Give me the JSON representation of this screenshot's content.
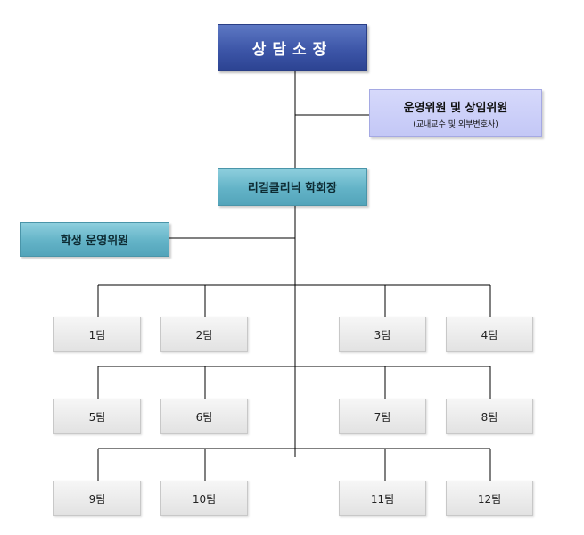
{
  "org": {
    "head": "상담소장",
    "committee": {
      "title": "운영위원 및 상임위원",
      "subtitle": "(교내교수 및 외부변호사)"
    },
    "clinic_head": "리걸클리닉 학회장",
    "student_committee": "학생 운영위원",
    "teams": [
      "1팀",
      "2팀",
      "3팀",
      "4팀",
      "5팀",
      "6팀",
      "7팀",
      "8팀",
      "9팀",
      "10팀",
      "11팀",
      "12팀"
    ]
  }
}
